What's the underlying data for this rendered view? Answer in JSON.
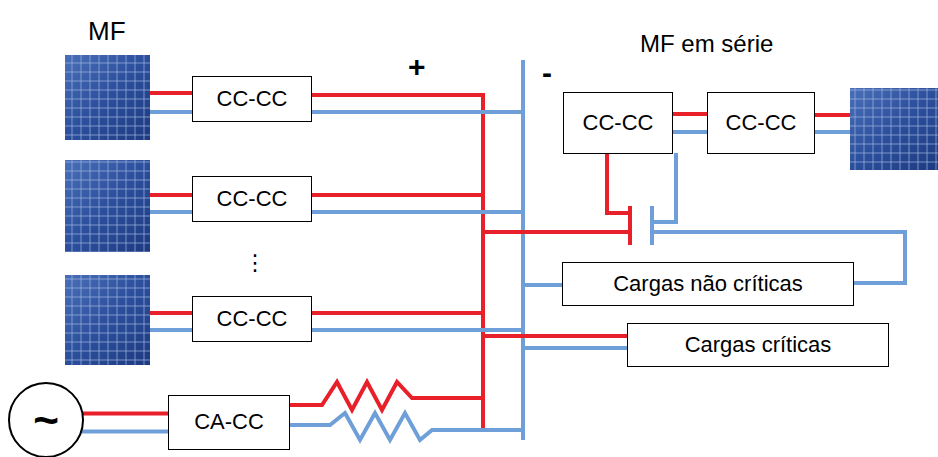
{
  "diagram": {
    "nodes": [
      {
        "text": [
          "CC-CC"
        ]
      },
      {
        "text": [
          "CC-CC"
        ]
      },
      {
        "text": [
          "CC-CC"
        ]
      },
      {
        "text": [
          "CC-CC"
        ]
      },
      {
        "text": [
          "CC-CC"
        ]
      },
      {
        "text": [
          "Cargas não críticas"
        ]
      },
      {
        "text": [
          "Cargas críticas"
        ]
      },
      {
        "text": [
          "~"
        ]
      },
      {
        "text": [
          "CA-CC"
        ]
      }
    ],
    "edges": [
      {
        "from": 3,
        "to": 4,
        "arrow": "none"
      },
      {
        "from": 7,
        "to": 8,
        "arrow": "none"
      }
    ],
    "labels": [
      "MF",
      "+",
      "-",
      "⋮",
      "MF em série"
    ]
  }
}
